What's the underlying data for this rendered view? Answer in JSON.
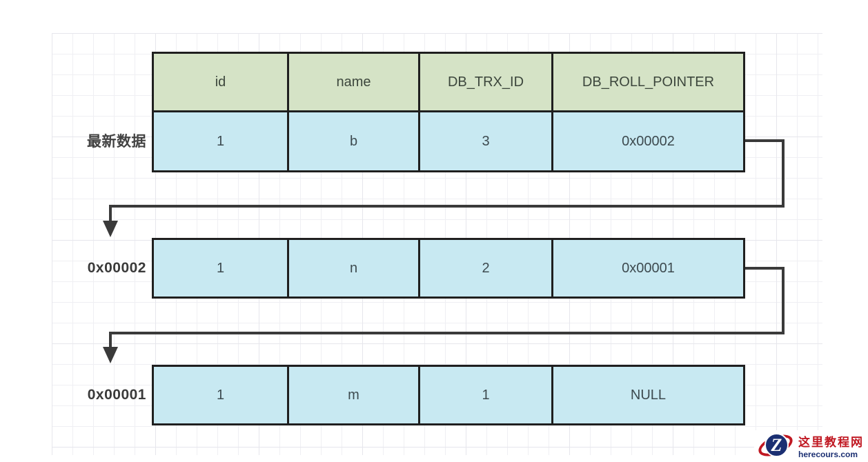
{
  "diagram": {
    "description": "undo log version chain",
    "columns": {
      "0": "id",
      "1": "name",
      "2": "DB_TRX_ID",
      "3": "DB_ROLL_POINTER"
    },
    "rows": {
      "latest": {
        "label": "最新数据",
        "values": {
          "0": "1",
          "1": "b",
          "2": "3",
          "3": "0x00002"
        }
      },
      "v2": {
        "label": "0x00002",
        "values": {
          "0": "1",
          "1": "n",
          "2": "2",
          "3": "0x00001"
        }
      },
      "v1": {
        "label": "0x00001",
        "values": {
          "0": "1",
          "1": "m",
          "2": "1",
          "3": "NULL"
        }
      }
    },
    "colors": {
      "header_bg": "#d5e3c6",
      "cell_bg": "#c8e9f2",
      "border": "#1f1f1f",
      "arrow": "#3a3a3a"
    }
  },
  "watermark": {
    "logo_letter": "Z",
    "site_name": "这里教程网",
    "site_url": "herecours.com",
    "brand_red": "#c01822",
    "brand_navy": "#1b2f72"
  }
}
